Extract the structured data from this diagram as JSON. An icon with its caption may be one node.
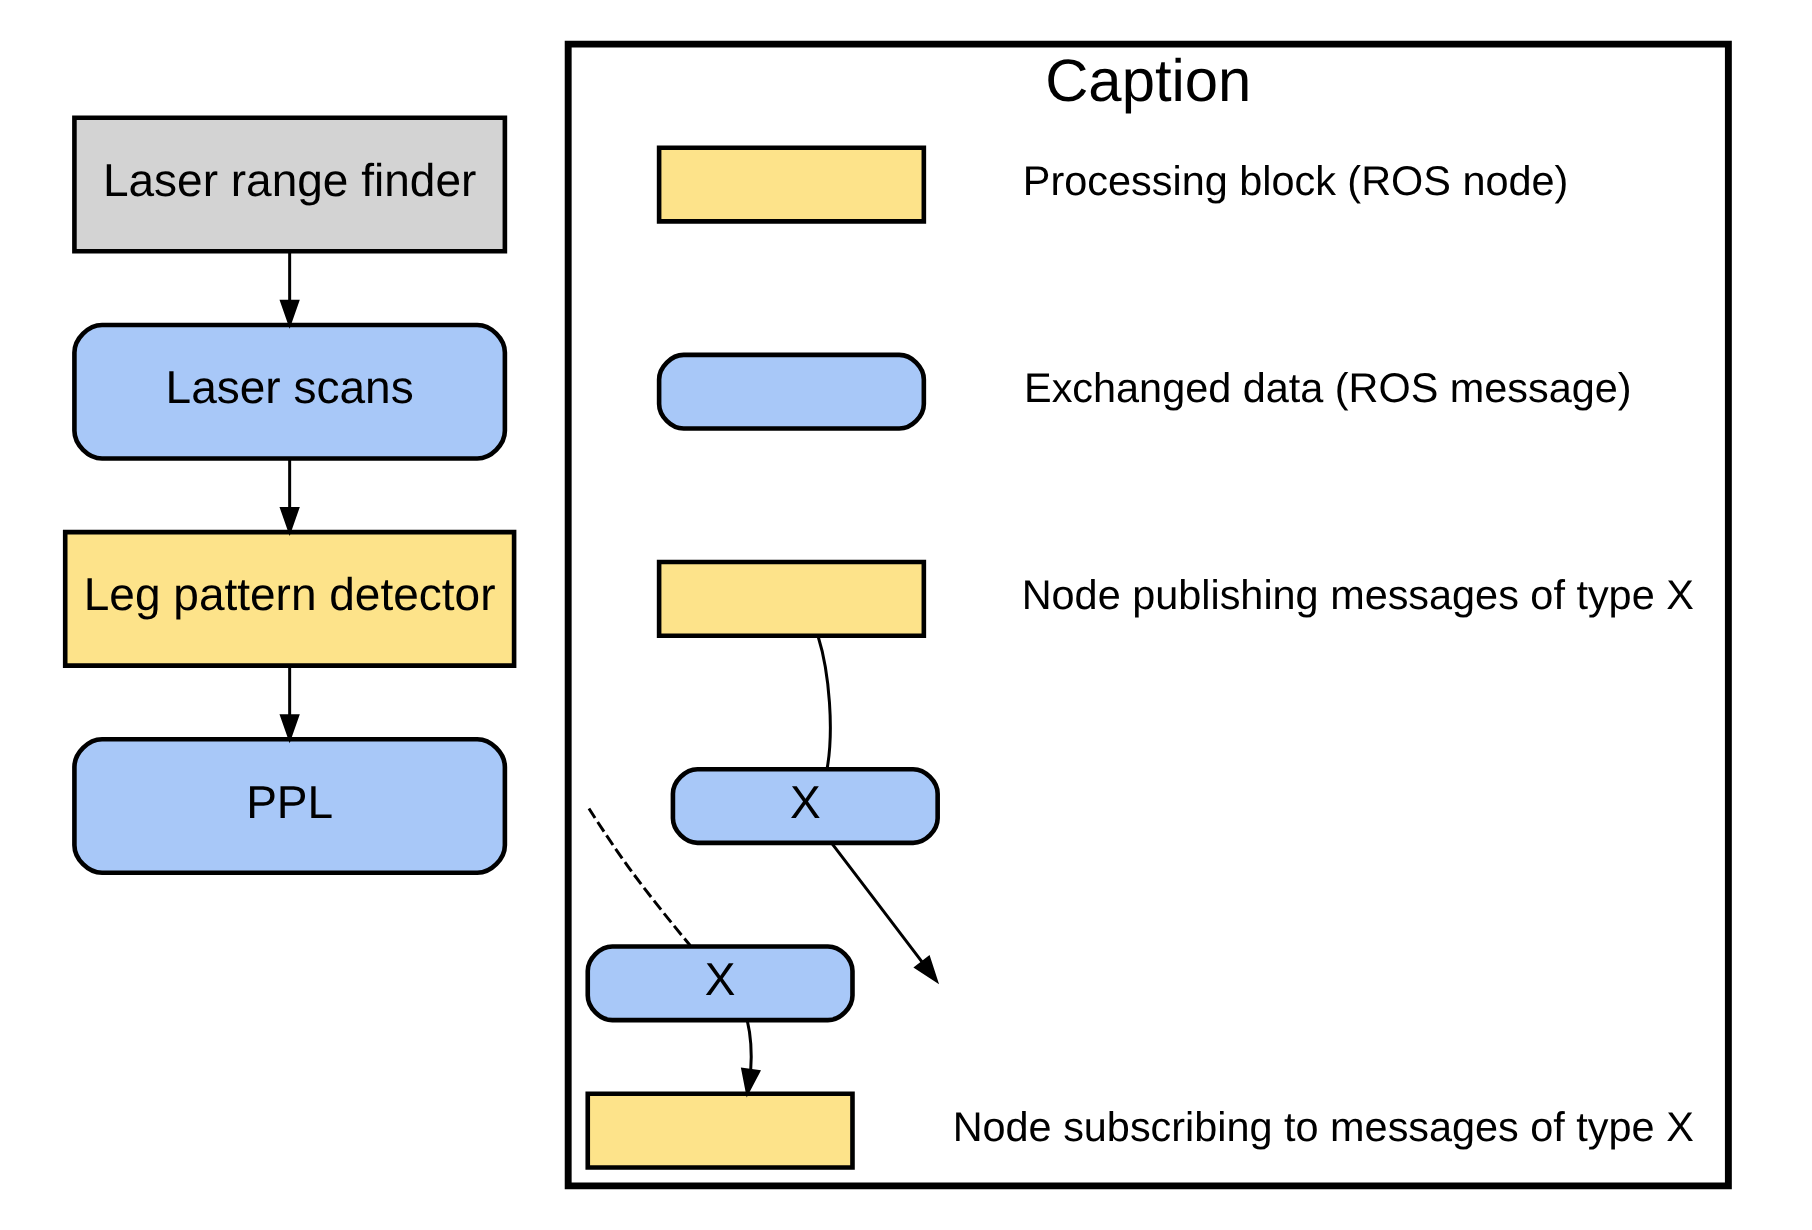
{
  "diagram": {
    "nodes": [
      {
        "text": [
          "Laser range finder"
        ]
      },
      {
        "text": [
          "Laser scans"
        ]
      },
      {
        "text": [
          "Leg pattern detector"
        ]
      },
      {
        "text": [
          "PPL"
        ]
      },
      {
        "text": [
          "Caption"
        ]
      },
      {
        "text": [],
        "shape": "box",
        "in": 4,
        "beside": [
          "Processing block (ROS node)"
        ]
      },
      {
        "text": [],
        "shape": "box",
        "in": 4,
        "beside": [
          "Exchanged data (ROS message)"
        ]
      },
      {
        "text": [],
        "shape": "box",
        "in": 4,
        "beside": [
          "Node publishing messages of type X"
        ]
      },
      {
        "text": [
          "X"
        ],
        "in": 4
      },
      {
        "text": [
          "X"
        ],
        "in": 4
      },
      {
        "text": [],
        "shape": "box",
        "in": 4,
        "beside": [
          "Node subscribing to messages of type X"
        ]
      }
    ],
    "edges": [
      {
        "from": 0,
        "to": 1,
        "arrow": "to"
      },
      {
        "from": 1,
        "to": 2,
        "arrow": "to"
      },
      {
        "from": 2,
        "to": 3,
        "arrow": "to"
      },
      {
        "from": 7,
        "to": 8,
        "arrow": "none"
      },
      {
        "from": 8,
        "to": null,
        "arrow": "to"
      },
      {
        "from": null,
        "to": 9,
        "arrow": "none",
        "style": "dashed"
      },
      {
        "from": 9,
        "to": 10,
        "arrow": "to"
      }
    ]
  }
}
